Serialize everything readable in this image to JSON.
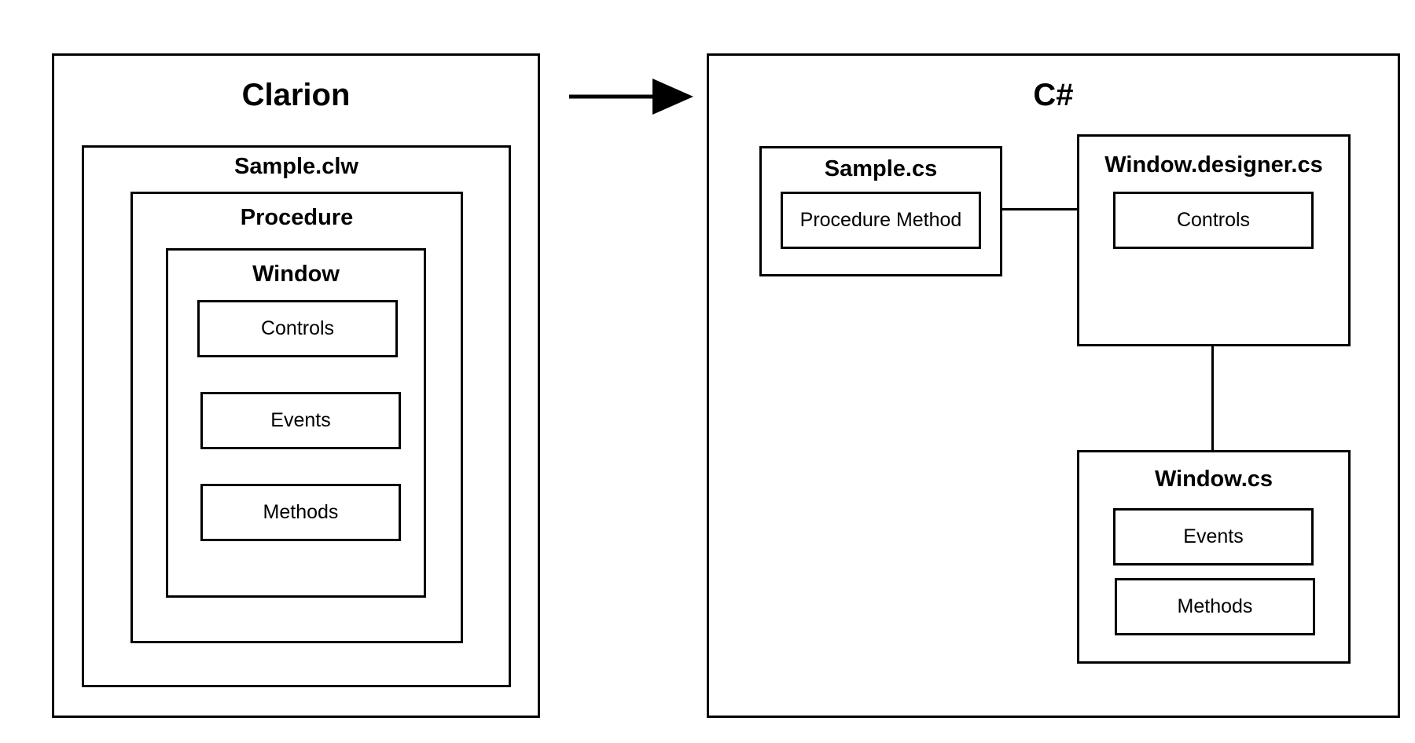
{
  "clarion": {
    "title": "Clarion",
    "file": "Sample.clw",
    "procedure": "Procedure",
    "window": "Window",
    "items": [
      "Controls",
      "Events",
      "Methods"
    ]
  },
  "csharp": {
    "title": "C#",
    "sample_cs": {
      "title": "Sample.cs",
      "item": "Procedure Method"
    },
    "window_designer_cs": {
      "title": "Window.designer.cs",
      "item": "Controls"
    },
    "window_cs": {
      "title": "Window.cs",
      "items": [
        "Events",
        "Methods"
      ]
    }
  },
  "colors": {
    "stroke": "#000000",
    "background": "#ffffff"
  }
}
